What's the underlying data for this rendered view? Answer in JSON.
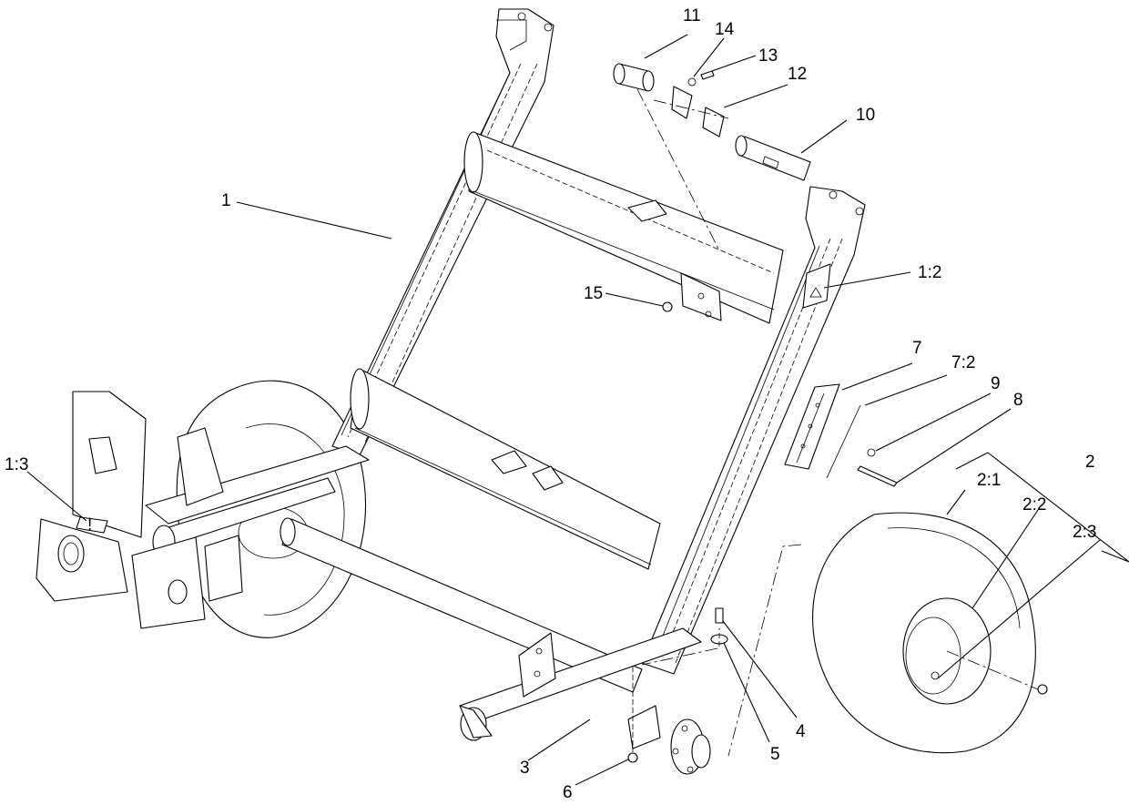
{
  "callouts": {
    "c1": "1",
    "c1_2": "1:2",
    "c1_3": "1:3",
    "c2": "2",
    "c2_1": "2:1",
    "c2_2": "2:2",
    "c2_3": "2:3",
    "c3": "3",
    "c4": "4",
    "c5": "5",
    "c6": "6",
    "c7": "7",
    "c7_2": "7:2",
    "c8": "8",
    "c9": "9",
    "c10": "10",
    "c11": "11",
    "c12": "12",
    "c13": "13",
    "c14": "14",
    "c15": "15"
  },
  "decals": {
    "warning_symbol": "!"
  }
}
